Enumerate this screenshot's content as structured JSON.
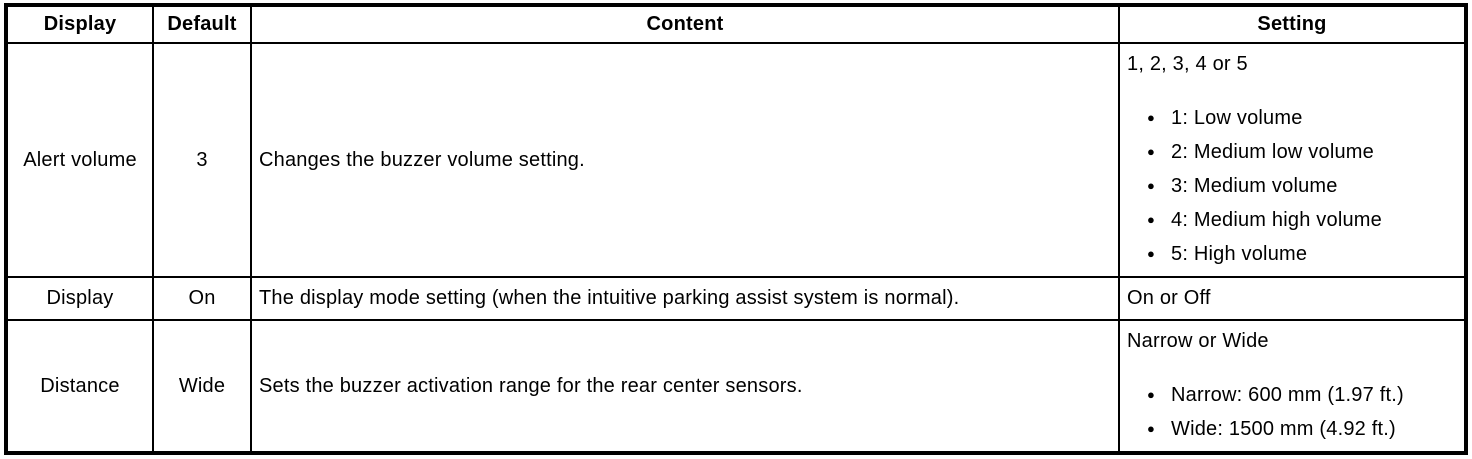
{
  "icons": {
    "bullet": "●"
  },
  "table": {
    "columns": [
      "Display",
      "Default",
      "Content",
      "Setting"
    ],
    "rows": [
      {
        "display": "Alert volume",
        "default_value": "3",
        "content": "Changes the buzzer volume setting.",
        "setting": {
          "intro": "1, 2, 3, 4 or 5",
          "options": [
            "1: Low volume",
            "2: Medium low volume",
            "3: Medium volume",
            "4: Medium high volume",
            "5: High volume"
          ]
        }
      },
      {
        "display": "Display",
        "default_value": "On",
        "content": "The display mode setting (when the intuitive parking assist system is normal).",
        "setting": {
          "intro": "On or Off",
          "options": []
        }
      },
      {
        "display": "Distance",
        "default_value": "Wide",
        "content": "Sets the buzzer activation range for the rear center sensors.",
        "setting": {
          "intro": "Narrow or Wide",
          "options": [
            "Narrow: 600 mm (1.97 ft.)",
            "Wide: 1500 mm (4.92 ft.)"
          ]
        }
      }
    ]
  }
}
